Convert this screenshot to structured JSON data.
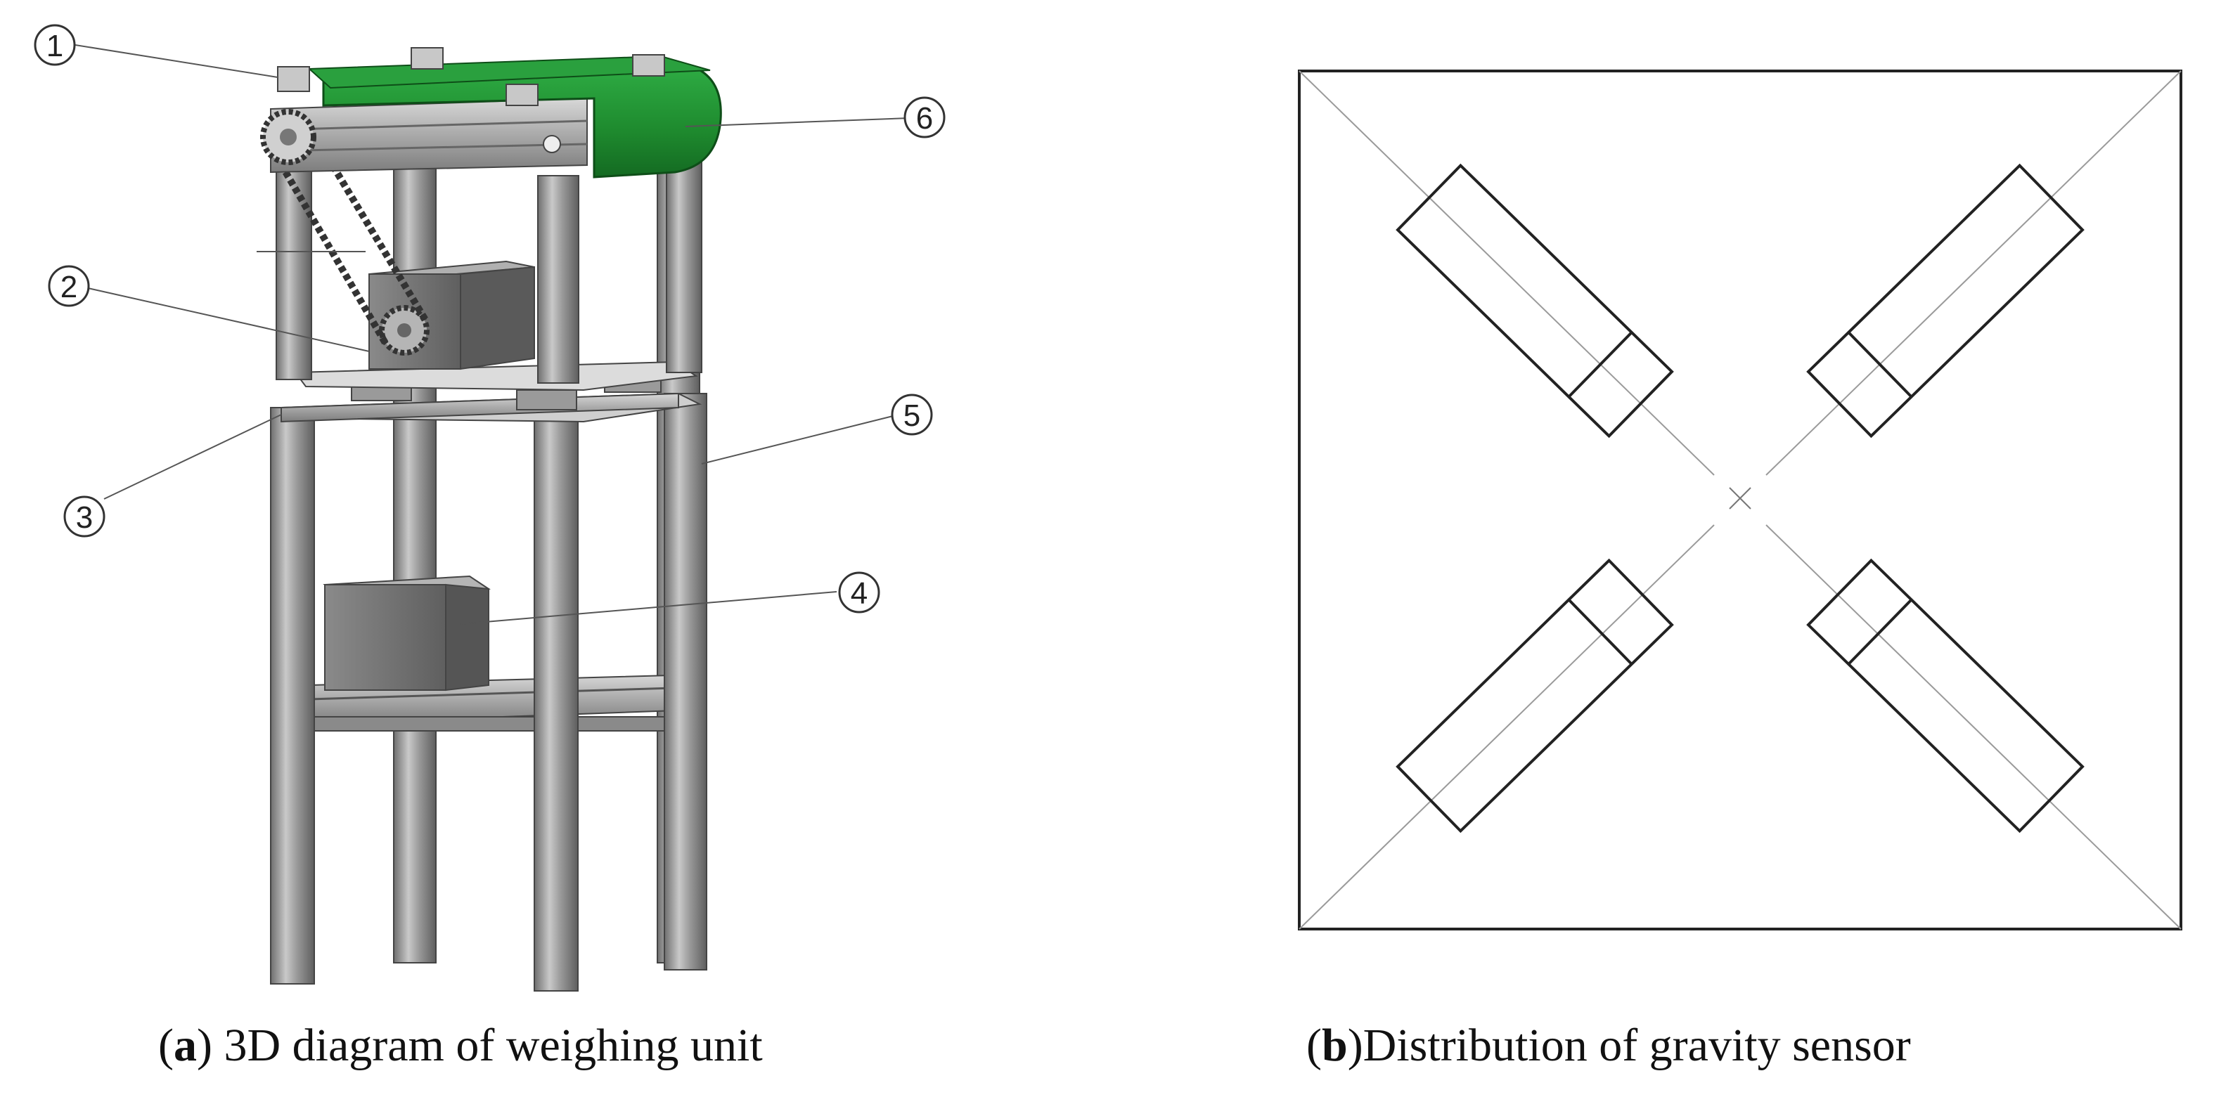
{
  "panel_a": {
    "callouts": [
      "1",
      "2",
      "3",
      "4",
      "5",
      "6"
    ],
    "caption": {
      "open": "(",
      "letter": "a",
      "rest": ") 3D diagram of weighing unit"
    }
  },
  "panel_b": {
    "caption": {
      "open": "(",
      "letter": "b",
      "rest": ")Distribution of gravity sensor"
    }
  },
  "colors": {
    "belt": "#1e8a2e",
    "frame": "#8c8c8c",
    "motor": "#7a7a7a",
    "line": "#222222"
  }
}
